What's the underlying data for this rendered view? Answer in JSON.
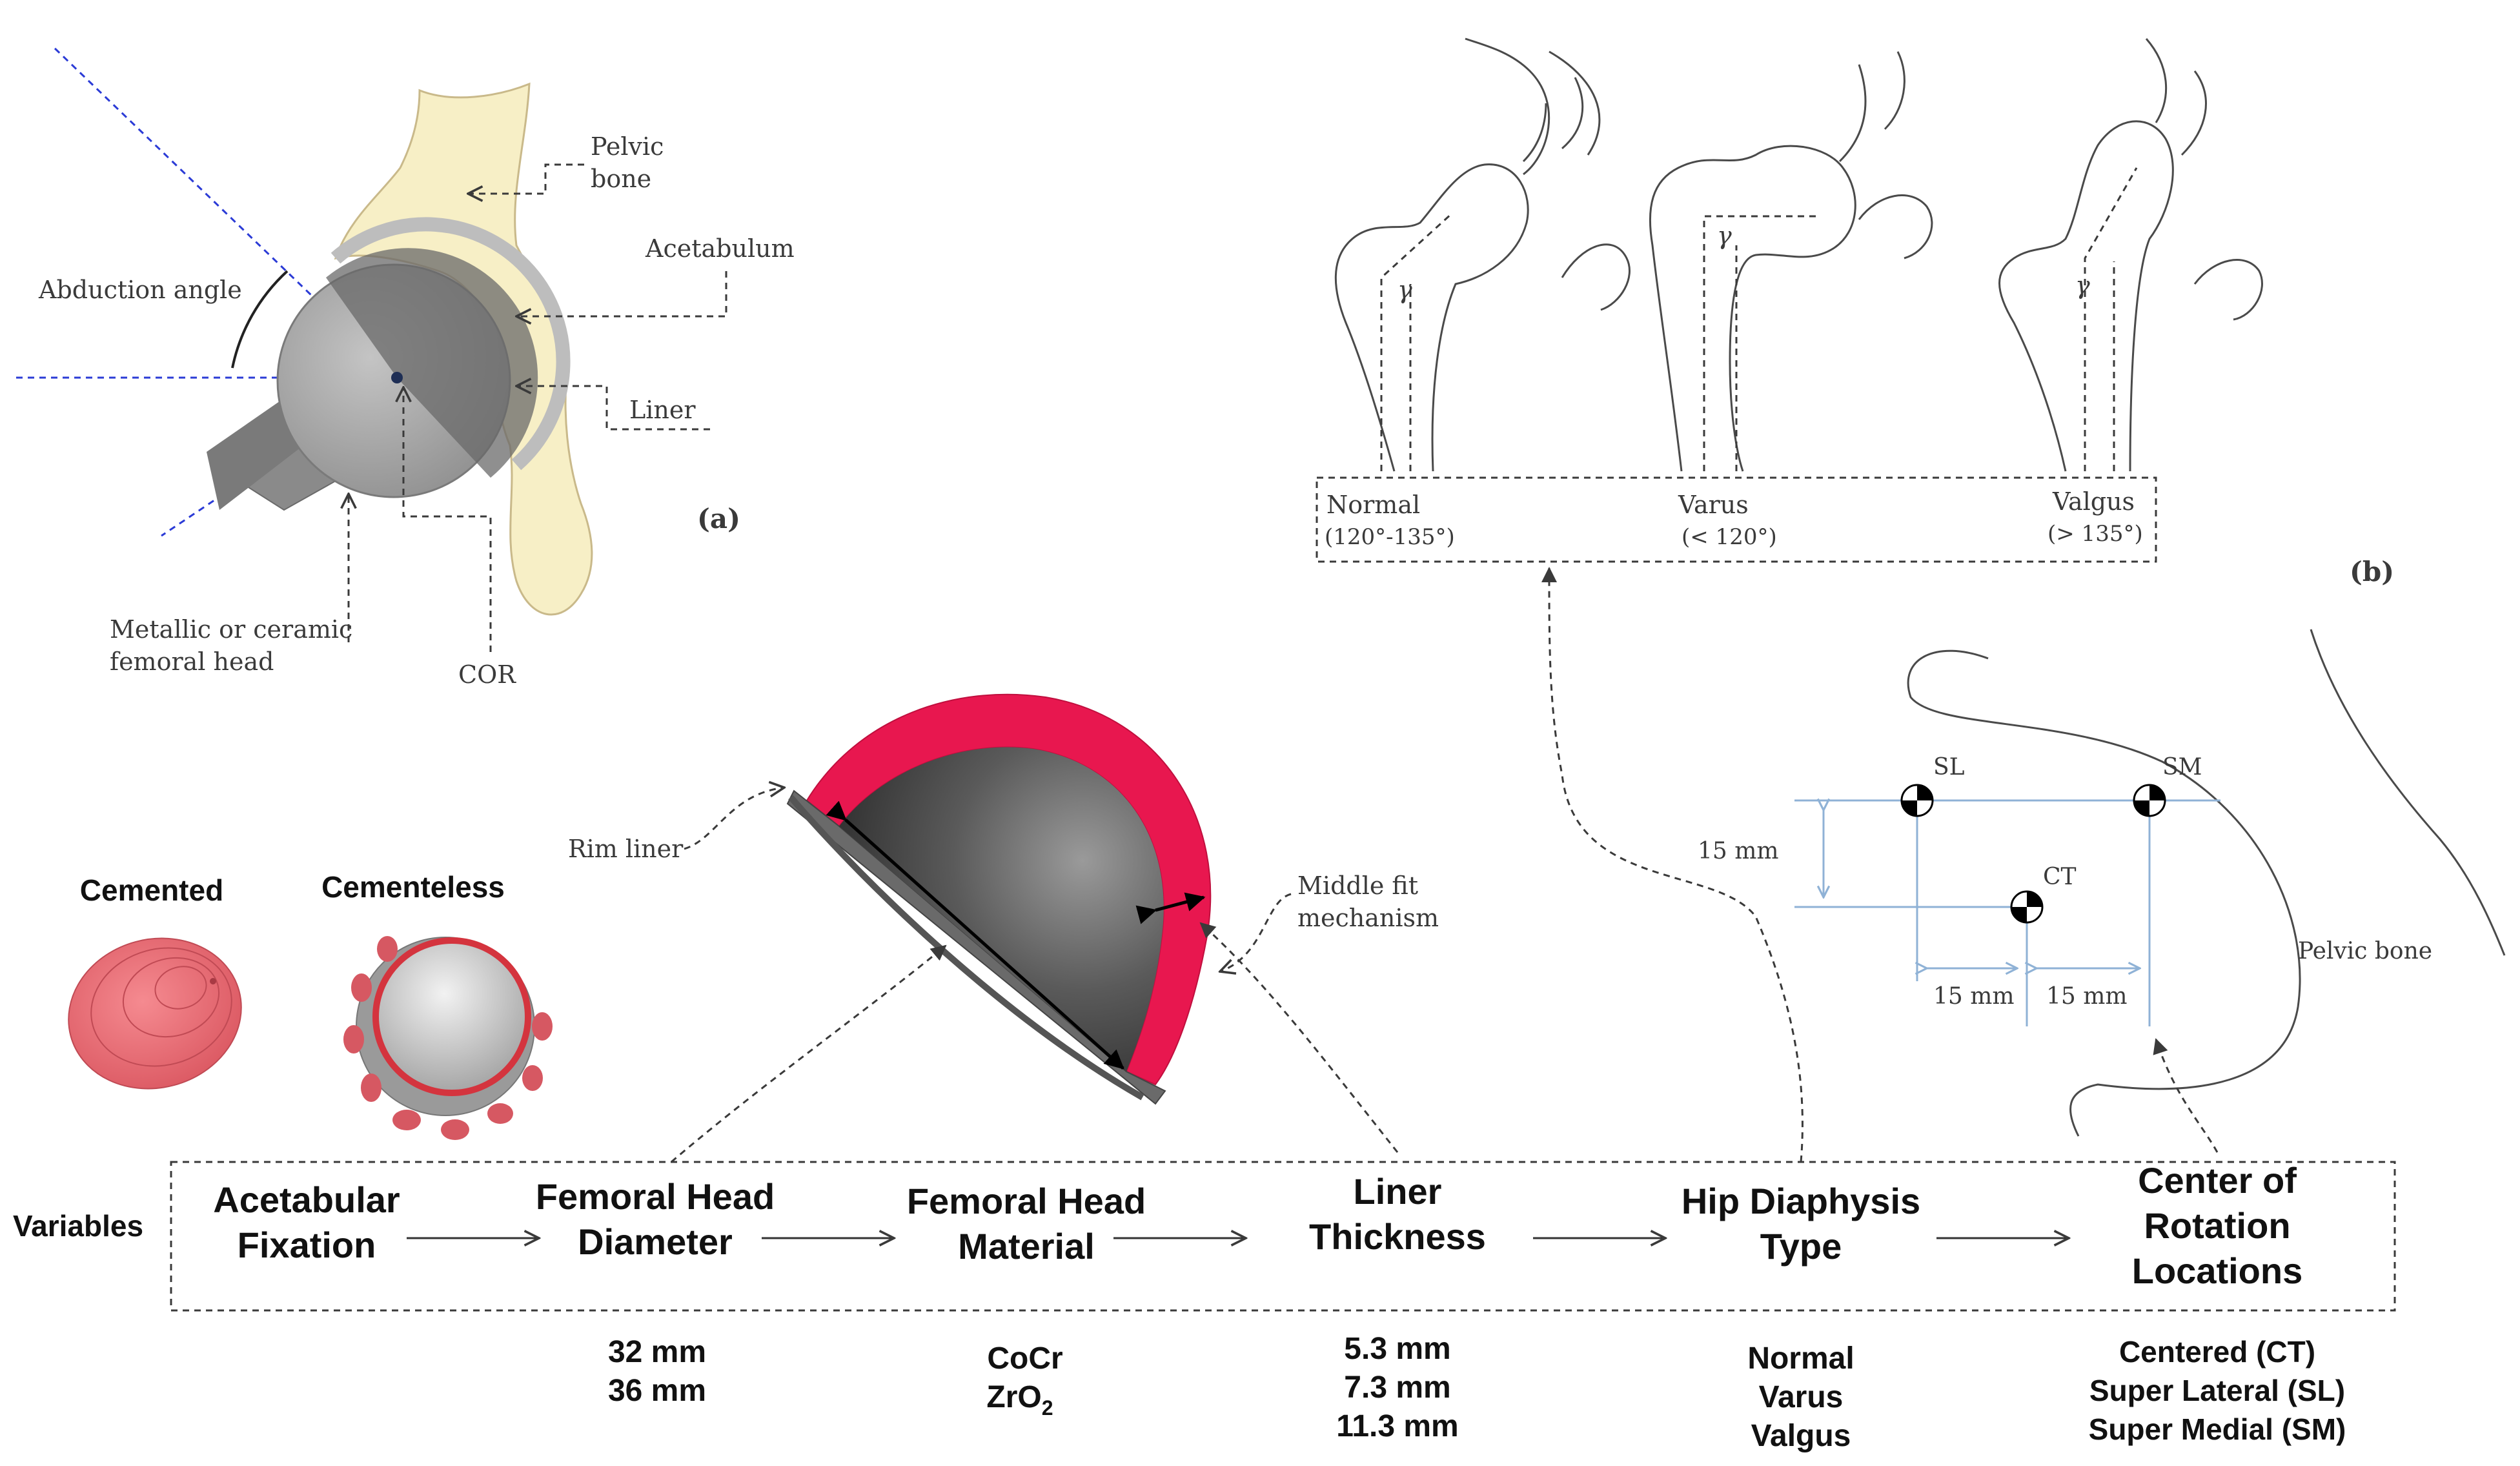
{
  "panel_a": {
    "label": "(a)",
    "pelvic_bone": [
      "Pelvic",
      "bone"
    ],
    "acetabulum": "Acetabulum",
    "abduction_angle": "Abduction angle",
    "liner": "Liner",
    "femoral_head": [
      "Metallic or ceramic",
      "femoral head"
    ],
    "cor": "COR"
  },
  "panel_b": {
    "label": "(b)",
    "neck_angle_symbol": "γ",
    "types": [
      {
        "name": "Normal",
        "range": "(120°-135°)"
      },
      {
        "name": "Varus",
        "range": "(< 120°)"
      },
      {
        "name": "Valgus",
        "range": "(> 135°)"
      }
    ]
  },
  "cups": {
    "cemented": "Cemented",
    "cementeless": "Cementeless"
  },
  "liner_detail": {
    "rim_liner": "Rim liner",
    "middle_fit": [
      "Middle fit",
      "mechanism"
    ]
  },
  "cor_panel": {
    "sl": "SL",
    "sm": "SM",
    "ct": "CT",
    "vertical_offset": "15 mm",
    "horizontal_offset_left": "15 mm",
    "horizontal_offset_right": "15 mm",
    "pelvic_bone": "Pelvic bone"
  },
  "variables": {
    "row_label": "Variables",
    "items": [
      {
        "title": [
          "Acetabular",
          "Fixation"
        ],
        "values": []
      },
      {
        "title": [
          "Femoral Head",
          "Diameter"
        ],
        "values": [
          "32 mm",
          "36 mm"
        ]
      },
      {
        "title": [
          "Femoral Head",
          "Material"
        ],
        "values": [
          "CoCr",
          "ZrO"
        ],
        "subscript": "2"
      },
      {
        "title": [
          "Liner",
          "Thickness"
        ],
        "values": [
          "5.3 mm",
          "7.3 mm",
          "11.3 mm"
        ]
      },
      {
        "title": [
          "Hip Diaphysis",
          "Type"
        ],
        "values": [
          "Normal",
          "Varus",
          "Valgus"
        ]
      },
      {
        "title": [
          "Center of",
          "Rotation",
          "Locations"
        ],
        "values": [
          "Centered (CT)",
          "Super Lateral (SL)",
          "Super Medial (SM)"
        ]
      }
    ]
  },
  "colors": {
    "liner_red": "#e8174f",
    "cup_pink": "#e86870",
    "bone_cream": "#f7efc6",
    "axis_blue": "#8fb2d6",
    "guide_blue": "#2b3bd6"
  }
}
